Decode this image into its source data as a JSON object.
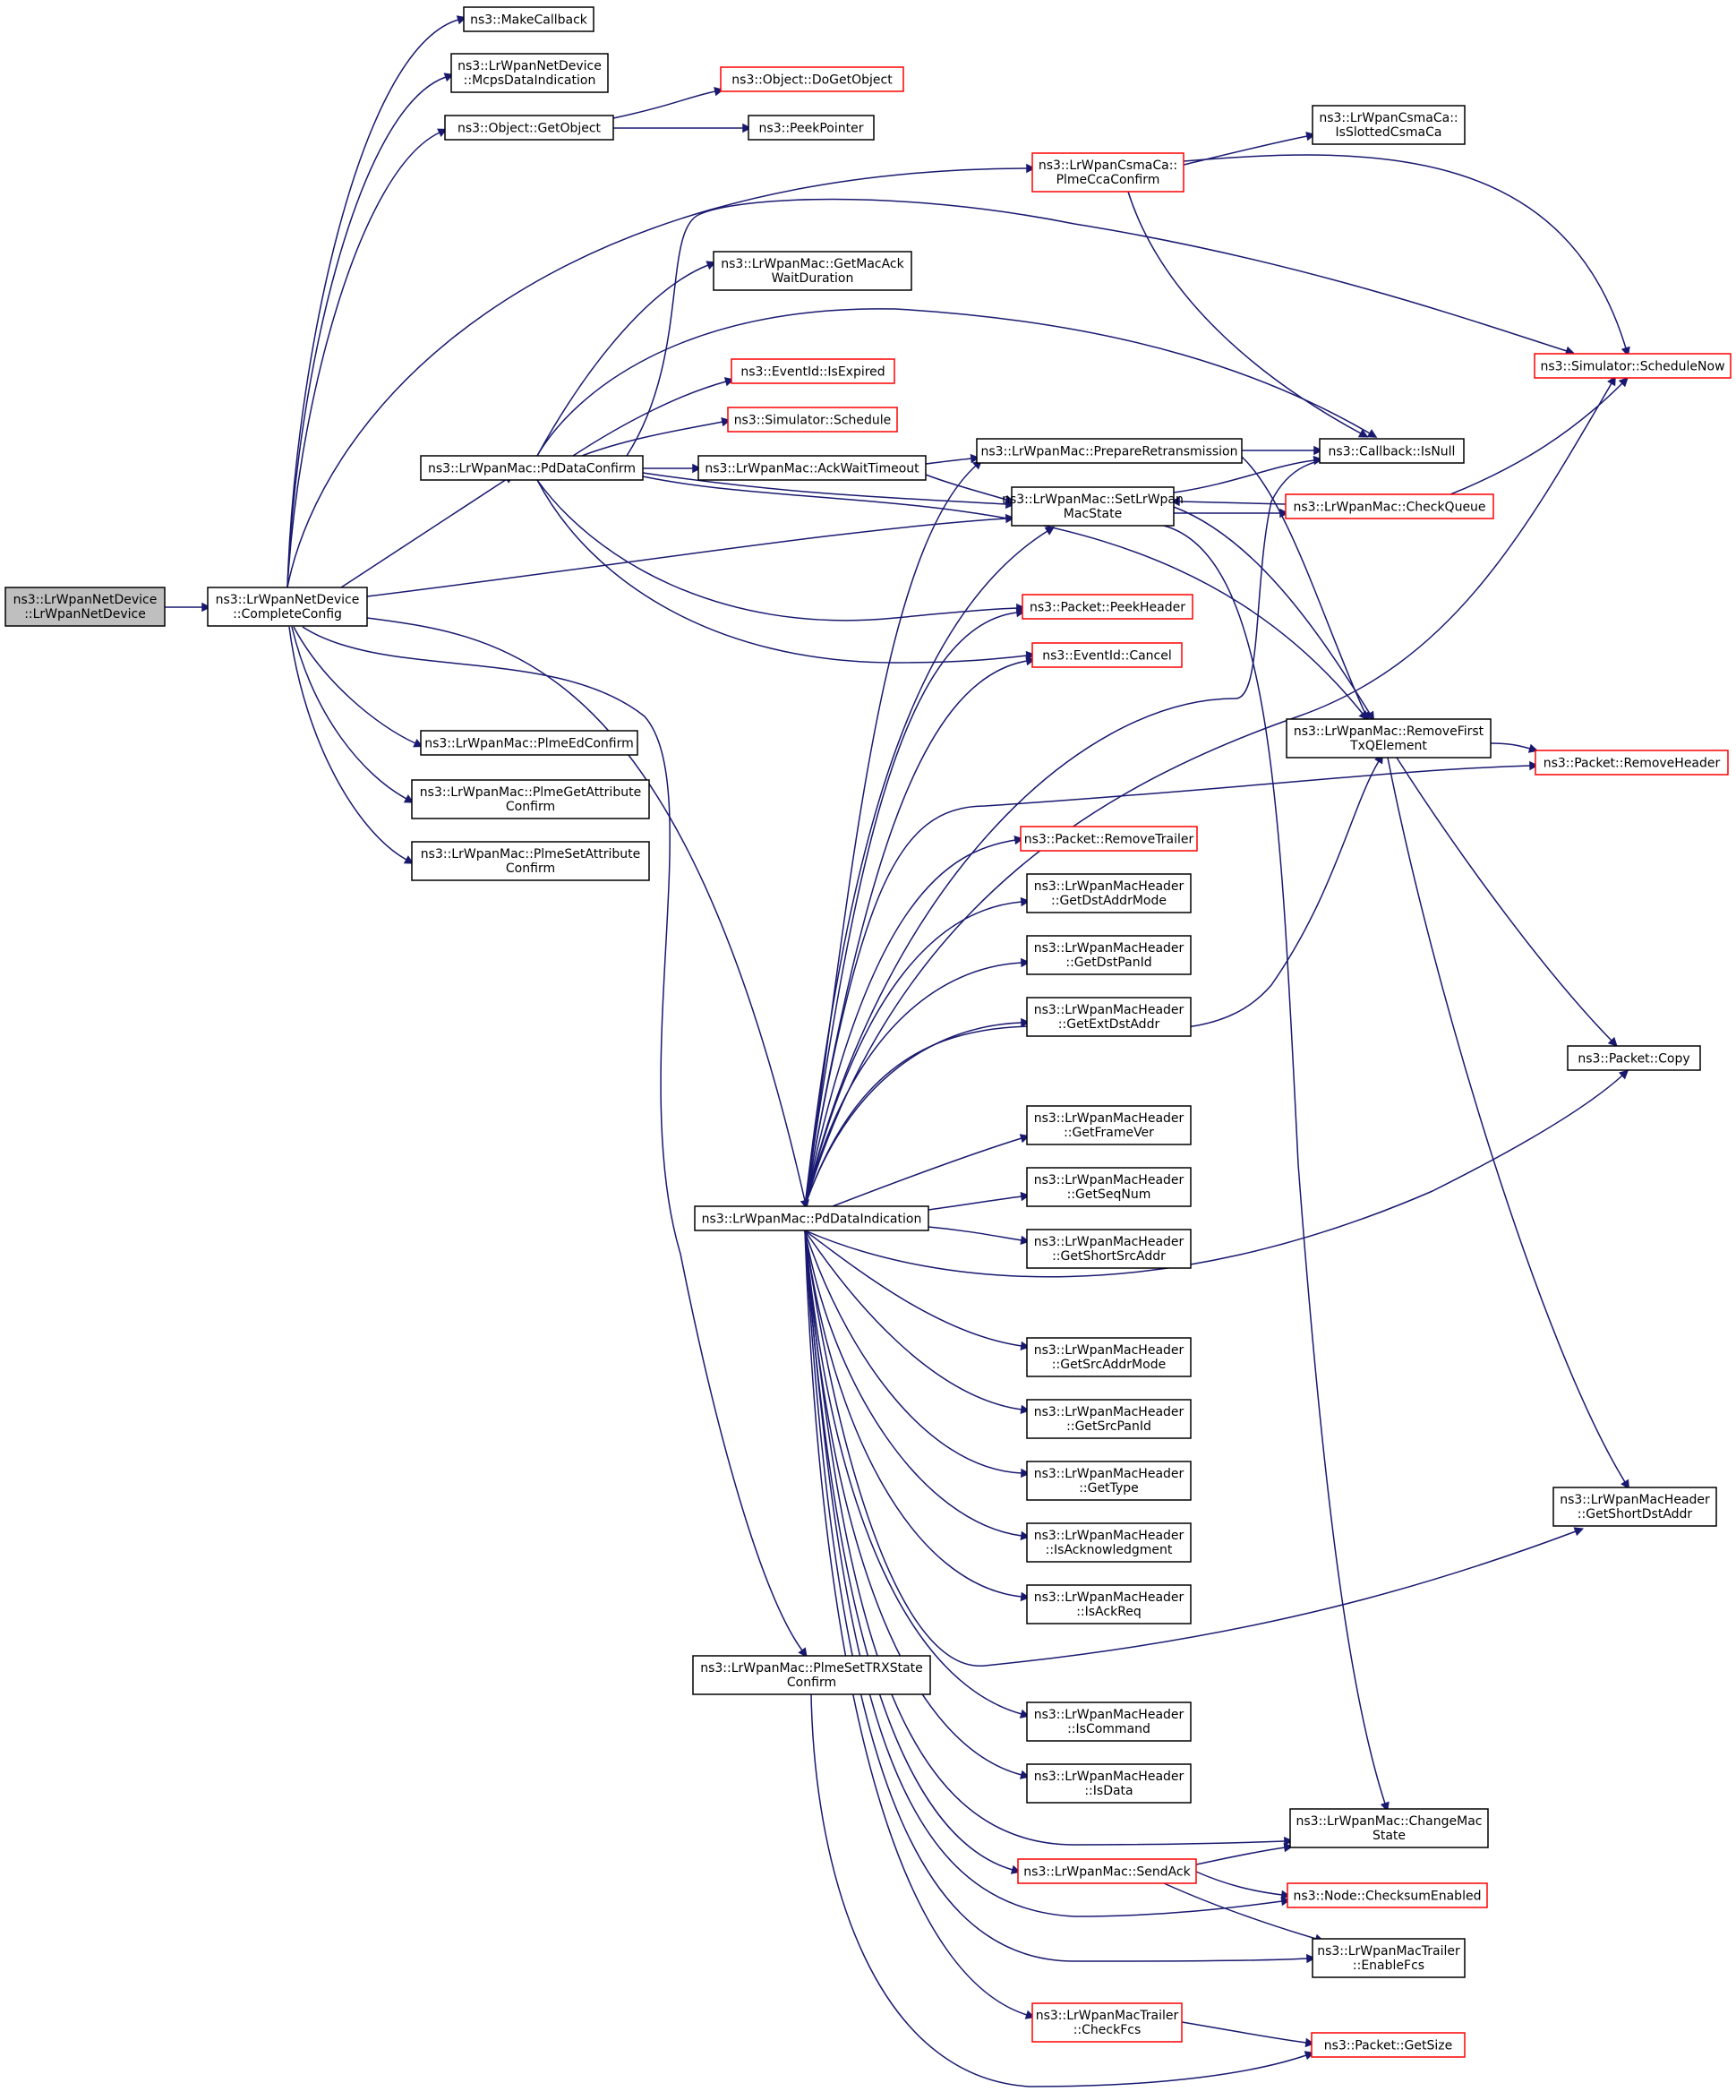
{
  "colors": {
    "edge": "#191970",
    "border_normal": "#000000",
    "border_truncated": "#ff0000",
    "root_fill": "#bfbfbf",
    "node_fill": "#ffffff"
  },
  "nodes": [
    {
      "id": "root",
      "lines": [
        "ns3::LrWpanNetDevice",
        "::LrWpanNetDevice"
      ],
      "style": "root"
    },
    {
      "id": "completeconfig",
      "lines": [
        "ns3::LrWpanNetDevice",
        "::CompleteConfig"
      ],
      "style": "normal"
    },
    {
      "id": "makecallback",
      "lines": [
        "ns3::MakeCallback"
      ],
      "style": "normal"
    },
    {
      "id": "mcpsdataind",
      "lines": [
        "ns3::LrWpanNetDevice",
        "::McpsDataIndication"
      ],
      "style": "normal"
    },
    {
      "id": "getobject",
      "lines": [
        "ns3::Object::GetObject"
      ],
      "style": "normal"
    },
    {
      "id": "dogetobject",
      "lines": [
        "ns3::Object::DoGetObject"
      ],
      "style": "truncated"
    },
    {
      "id": "peekpointer",
      "lines": [
        "ns3::PeekPointer"
      ],
      "style": "normal"
    },
    {
      "id": "plmeccaconfirm",
      "lines": [
        "ns3::LrWpanCsmaCa::",
        "PlmeCcaConfirm"
      ],
      "style": "truncated"
    },
    {
      "id": "isslotted",
      "lines": [
        "ns3::LrWpanCsmaCa::",
        "IsSlottedCsmaCa"
      ],
      "style": "normal"
    },
    {
      "id": "getmacackwait",
      "lines": [
        "ns3::LrWpanMac::GetMacAck",
        "WaitDuration"
      ],
      "style": "normal"
    },
    {
      "id": "schedulenow",
      "lines": [
        "ns3::Simulator::ScheduleNow"
      ],
      "style": "truncated"
    },
    {
      "id": "isexpired",
      "lines": [
        "ns3::EventId::IsExpired"
      ],
      "style": "truncated"
    },
    {
      "id": "schedule",
      "lines": [
        "ns3::Simulator::Schedule"
      ],
      "style": "truncated"
    },
    {
      "id": "pddataconfirm",
      "lines": [
        "ns3::LrWpanMac::PdDataConfirm"
      ],
      "style": "normal"
    },
    {
      "id": "ackwaittimeout",
      "lines": [
        "ns3::LrWpanMac::AckWaitTimeout"
      ],
      "style": "normal"
    },
    {
      "id": "prepareretrans",
      "lines": [
        "ns3::LrWpanMac::PrepareRetransmission"
      ],
      "style": "normal"
    },
    {
      "id": "isnull",
      "lines": [
        "ns3::Callback::IsNull"
      ],
      "style": "normal"
    },
    {
      "id": "setlrwpanmacstate",
      "lines": [
        "ns3::LrWpanMac::SetLrWpan",
        "MacState"
      ],
      "style": "normal"
    },
    {
      "id": "checkqueue",
      "lines": [
        "ns3::LrWpanMac::CheckQueue"
      ],
      "style": "truncated"
    },
    {
      "id": "peekheader",
      "lines": [
        "ns3::Packet::PeekHeader"
      ],
      "style": "truncated"
    },
    {
      "id": "cancel",
      "lines": [
        "ns3::EventId::Cancel"
      ],
      "style": "truncated"
    },
    {
      "id": "removefirst",
      "lines": [
        "ns3::LrWpanMac::RemoveFirst",
        "TxQElement"
      ],
      "style": "normal"
    },
    {
      "id": "removeheader",
      "lines": [
        "ns3::Packet::RemoveHeader"
      ],
      "style": "truncated"
    },
    {
      "id": "plmeedconfirm",
      "lines": [
        "ns3::LrWpanMac::PlmeEdConfirm"
      ],
      "style": "normal"
    },
    {
      "id": "plmegetattr",
      "lines": [
        "ns3::LrWpanMac::PlmeGetAttribute",
        "Confirm"
      ],
      "style": "normal"
    },
    {
      "id": "plmesetattr",
      "lines": [
        "ns3::LrWpanMac::PlmeSetAttribute",
        "Confirm"
      ],
      "style": "normal"
    },
    {
      "id": "removetrailer",
      "lines": [
        "ns3::Packet::RemoveTrailer"
      ],
      "style": "truncated"
    },
    {
      "id": "getdstaddrmode",
      "lines": [
        "ns3::LrWpanMacHeader",
        "::GetDstAddrMode"
      ],
      "style": "normal"
    },
    {
      "id": "getdstpanid",
      "lines": [
        "ns3::LrWpanMacHeader",
        "::GetDstPanId"
      ],
      "style": "normal"
    },
    {
      "id": "getextdstaddr",
      "lines": [
        "ns3::LrWpanMacHeader",
        "::GetExtDstAddr"
      ],
      "style": "normal"
    },
    {
      "id": "packetcopy",
      "lines": [
        "ns3::Packet::Copy"
      ],
      "style": "normal"
    },
    {
      "id": "getframever",
      "lines": [
        "ns3::LrWpanMacHeader",
        "::GetFrameVer"
      ],
      "style": "normal"
    },
    {
      "id": "getseqnum",
      "lines": [
        "ns3::LrWpanMacHeader",
        "::GetSeqNum"
      ],
      "style": "normal"
    },
    {
      "id": "pddataindication",
      "lines": [
        "ns3::LrWpanMac::PdDataIndication"
      ],
      "style": "normal"
    },
    {
      "id": "getshortsrcaddr",
      "lines": [
        "ns3::LrWpanMacHeader",
        "::GetShortSrcAddr"
      ],
      "style": "normal"
    },
    {
      "id": "getsrcaddrmode",
      "lines": [
        "ns3::LrWpanMacHeader",
        "::GetSrcAddrMode"
      ],
      "style": "normal"
    },
    {
      "id": "getsrcpanid",
      "lines": [
        "ns3::LrWpanMacHeader",
        "::GetSrcPanId"
      ],
      "style": "normal"
    },
    {
      "id": "gettype",
      "lines": [
        "ns3::LrWpanMacHeader",
        "::GetType"
      ],
      "style": "normal"
    },
    {
      "id": "getshortdstaddr",
      "lines": [
        "ns3::LrWpanMacHeader",
        "::GetShortDstAddr"
      ],
      "style": "normal"
    },
    {
      "id": "isacknowledgment",
      "lines": [
        "ns3::LrWpanMacHeader",
        "::IsAcknowledgment"
      ],
      "style": "normal"
    },
    {
      "id": "isackreq",
      "lines": [
        "ns3::LrWpanMacHeader",
        "::IsAckReq"
      ],
      "style": "normal"
    },
    {
      "id": "plmesettrx",
      "lines": [
        "ns3::LrWpanMac::PlmeSetTRXState",
        "Confirm"
      ],
      "style": "normal"
    },
    {
      "id": "iscommand",
      "lines": [
        "ns3::LrWpanMacHeader",
        "::IsCommand"
      ],
      "style": "normal"
    },
    {
      "id": "isdata",
      "lines": [
        "ns3::LrWpanMacHeader",
        "::IsData"
      ],
      "style": "normal"
    },
    {
      "id": "changemacstate",
      "lines": [
        "ns3::LrWpanMac::ChangeMac",
        "State"
      ],
      "style": "normal"
    },
    {
      "id": "sendack",
      "lines": [
        "ns3::LrWpanMac::SendAck"
      ],
      "style": "truncated"
    },
    {
      "id": "checksumenabled",
      "lines": [
        "ns3::Node::ChecksumEnabled"
      ],
      "style": "truncated"
    },
    {
      "id": "enablefcs",
      "lines": [
        "ns3::LrWpanMacTrailer",
        "::EnableFcs"
      ],
      "style": "normal"
    },
    {
      "id": "checkfcs",
      "lines": [
        "ns3::LrWpanMacTrailer",
        "::CheckFcs"
      ],
      "style": "truncated"
    },
    {
      "id": "getsize",
      "lines": [
        "ns3::Packet::GetSize"
      ],
      "style": "truncated"
    }
  ]
}
